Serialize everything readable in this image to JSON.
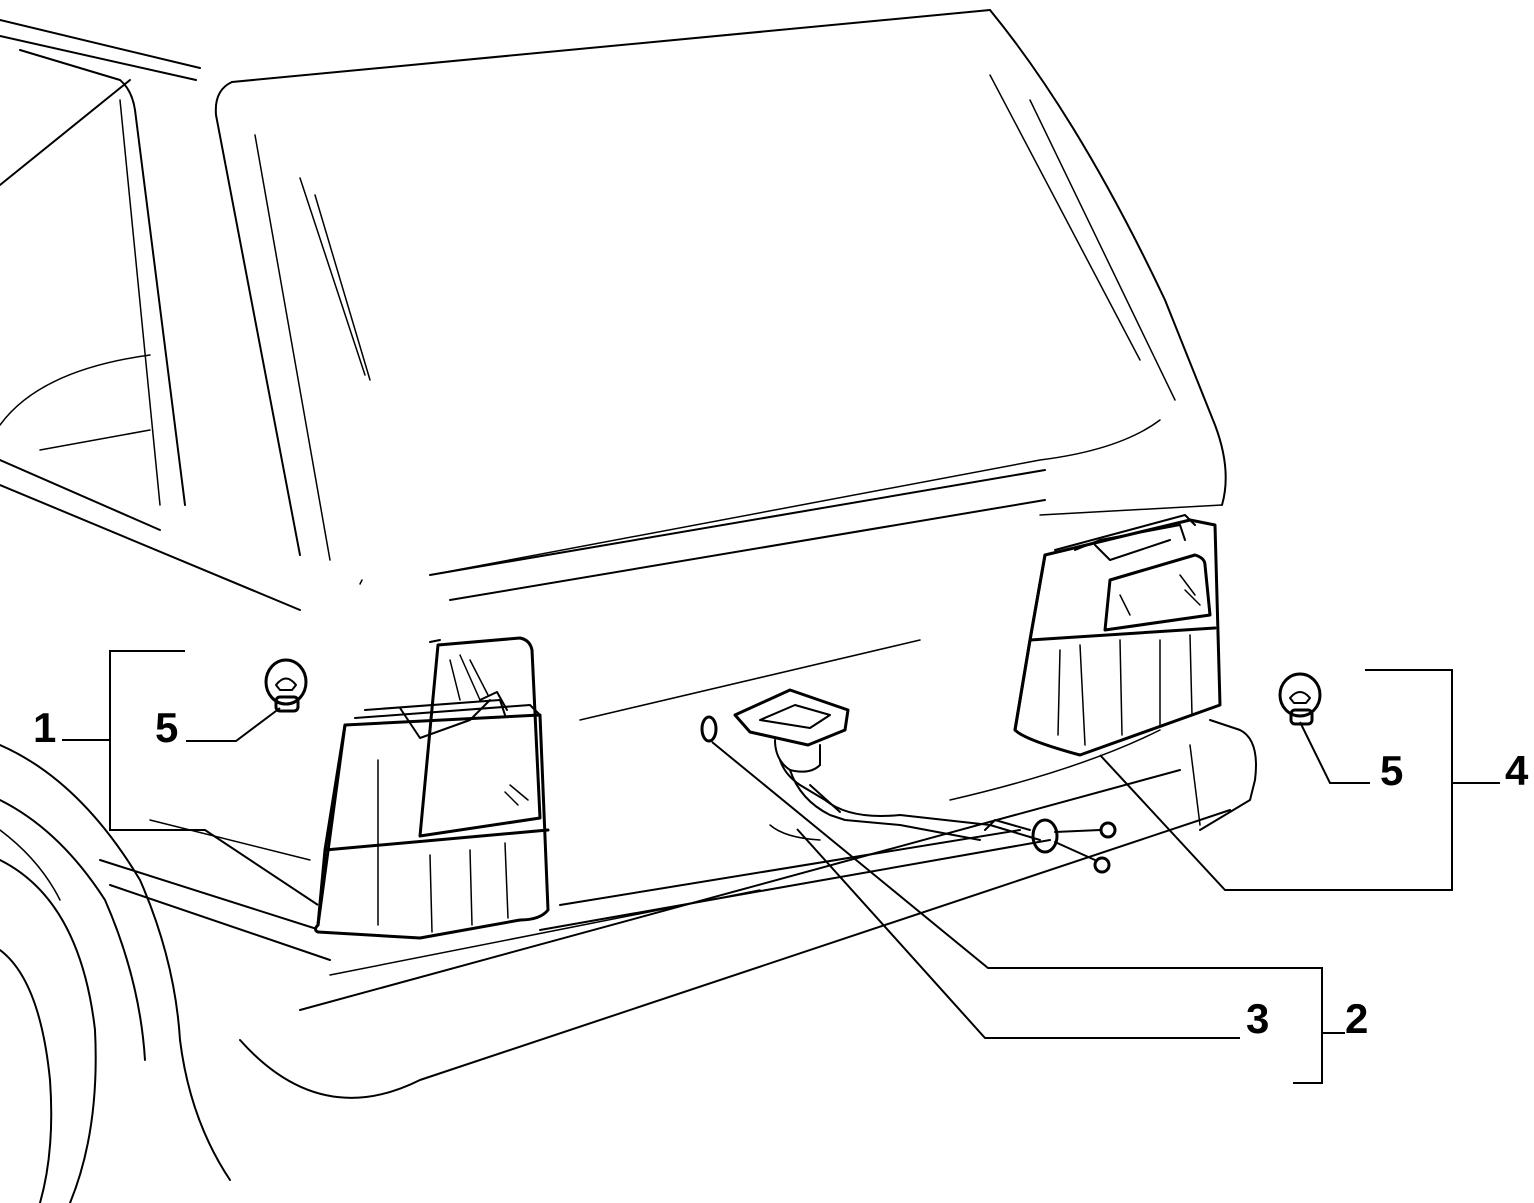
{
  "callouts": {
    "c1": "1",
    "c2": "2",
    "c3": "3",
    "c4": "4",
    "c5_left": "5",
    "c5_right": "5"
  },
  "colors": {
    "stroke": "#000000",
    "background": "#ffffff"
  }
}
